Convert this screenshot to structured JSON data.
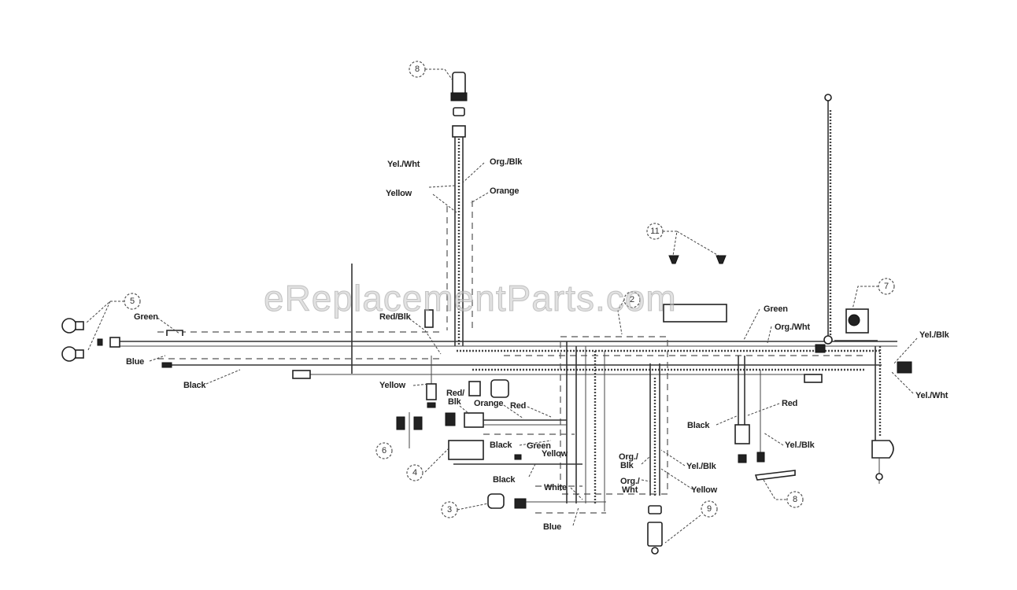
{
  "watermark": "eReplacementParts.com",
  "callouts": [
    {
      "id": "callout-8-top",
      "num": "8"
    },
    {
      "id": "callout-11",
      "num": "11"
    },
    {
      "id": "callout-5",
      "num": "5"
    },
    {
      "id": "callout-2",
      "num": "2"
    },
    {
      "id": "callout-7",
      "num": "7"
    },
    {
      "id": "callout-6",
      "num": "6"
    },
    {
      "id": "callout-4",
      "num": "4"
    },
    {
      "id": "callout-3",
      "num": "3"
    },
    {
      "id": "callout-9",
      "num": "9"
    },
    {
      "id": "callout-8-bottom",
      "num": "8"
    }
  ],
  "wire_labels": {
    "yel_wht_top": "Yel./Wht",
    "org_blk_top": "Org./Blk",
    "yellow_top": "Yellow",
    "orange_top": "Orange",
    "green_left": "Green",
    "blue_left": "Blue",
    "black_left": "Black",
    "red_blk": "Red/Blk",
    "yellow_mid": "Yellow",
    "red_blk_stack_1": "Red/",
    "red_blk_stack_2": "Blk",
    "orange_mid": "Orange",
    "red_mid": "Red",
    "black_mid": "Black",
    "green_mid": "Green",
    "yellow_low": "Yellow",
    "black_low": "Black",
    "white_low": "White",
    "blue_low": "Blue",
    "org_blk_low_1": "Org./",
    "org_blk_low_2": "Blk",
    "org_wht_low_1": "Org./",
    "org_wht_low_2": "Wht",
    "yel_blk_low": "Yel./Blk",
    "yellow_right_low": "Yellow",
    "green_right": "Green",
    "org_wht_right": "Org./Wht",
    "yel_blk_right": "Yel./Blk",
    "yel_wht_right": "Yel./Wht",
    "black_right": "Black",
    "red_right": "Red",
    "yel_blk_right_low": "Yel./Blk"
  },
  "colors": {
    "line": "#333333",
    "background": "#ffffff",
    "watermark": "#c8c8c8"
  }
}
